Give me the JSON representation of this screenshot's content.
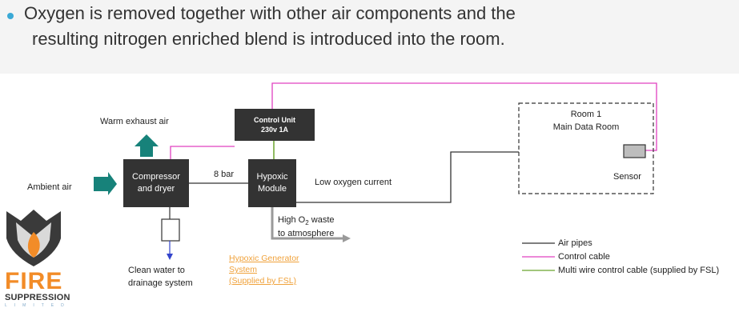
{
  "header": {
    "line1": "Oxygen is removed together with other air components and the",
    "line2": "resulting nitrogen enriched blend is introduced into the room."
  },
  "diagram": {
    "warm_exhaust": "Warm exhaust air",
    "ambient_air": "Ambient air",
    "compressor_line1": "Compressor",
    "compressor_line2": "and dryer",
    "pressure": "8 bar",
    "control_line1": "Control Unit",
    "control_line2": "230v 1A",
    "hypoxic_line1": "Hypoxic",
    "hypoxic_line2": "Module",
    "low_oxygen": "Low oxygen current",
    "waste_prefix": "High O",
    "waste_sub": "2",
    "waste_suffix": " waste",
    "waste_line2": "to atmosphere",
    "clean_line1": "Clean water to",
    "clean_line2": "drainage system",
    "gen_line1": "Hypoxic Generator",
    "gen_line2": "System",
    "gen_line3": "(Supplied by FSL)",
    "room_line1": "Room 1",
    "room_line2": "Main Data Room",
    "sensor": "Sensor"
  },
  "legend": {
    "items": [
      {
        "label": "Air pipes",
        "color": "#333333"
      },
      {
        "label": "Control cable",
        "color": "#e040c0"
      },
      {
        "label": "Multi wire control cable (supplied by FSL)",
        "color": "#6aa32e"
      }
    ]
  },
  "logo": {
    "word1": "FIRE",
    "word2": "SUPPRESSION",
    "word3": "LIMITED"
  },
  "colors": {
    "teal": "#17827a",
    "orange": "#f0a23b",
    "magenta": "#e040c0",
    "green": "#6aa32e",
    "dark": "#333333",
    "blue": "#3344cc"
  }
}
